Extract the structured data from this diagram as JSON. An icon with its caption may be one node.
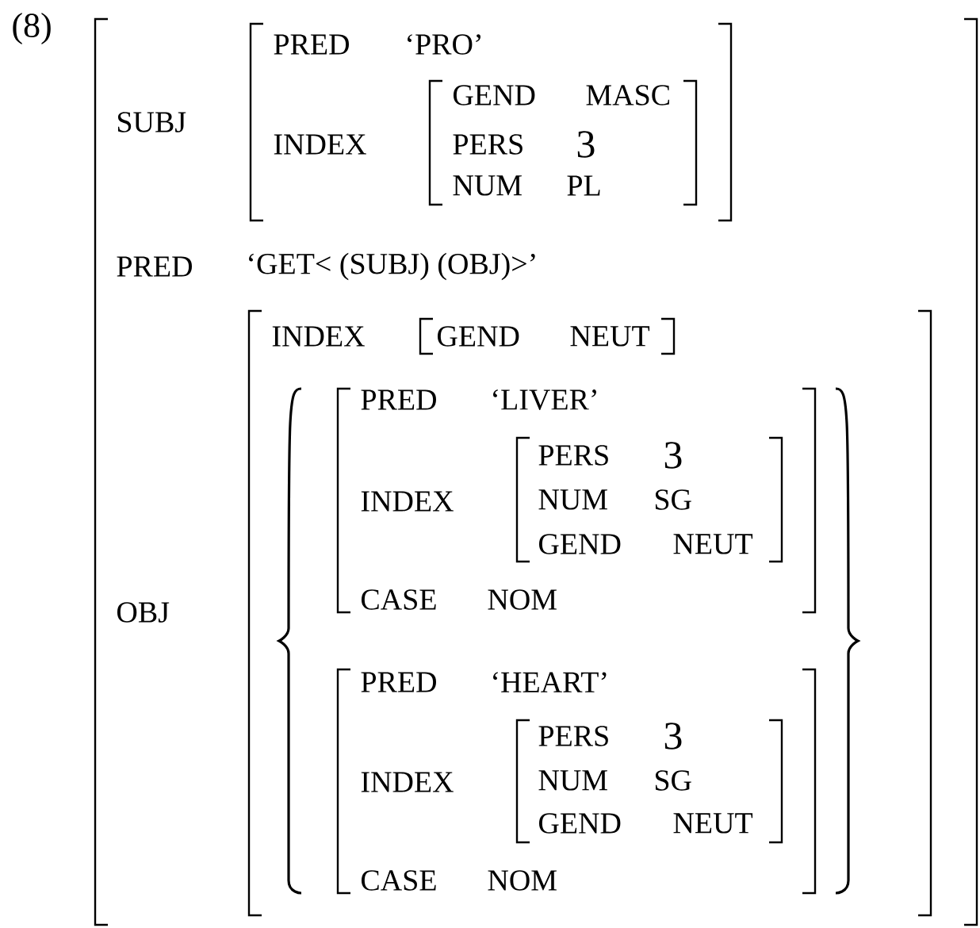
{
  "diagram": {
    "nodes": [
      {
        "text": [
          "SUBJ",
          "PRED",
          "‘GET< (SUBJ) (OBJ)>’",
          "OBJ"
        ]
      },
      {
        "text": [
          "PRED",
          "‘PRO’",
          "INDEX"
        ],
        "in": 0
      },
      {
        "text": [
          "GEND",
          "MASC",
          "PERS",
          "3",
          "NUM",
          "PL"
        ],
        "in": 1
      },
      {
        "text": [
          "INDEX"
        ],
        "in": 0
      },
      {
        "text": [
          "GEND",
          "NEUT"
        ],
        "in": 3
      },
      {
        "text": [
          "PRED",
          "‘LIVER’",
          "INDEX",
          "CASE",
          "NOM"
        ],
        "in": 3
      },
      {
        "text": [
          "PERS",
          "3",
          "NUM",
          "SG",
          "GEND",
          "NEUT"
        ],
        "in": 5
      },
      {
        "text": [
          "PRED",
          "‘HEART’",
          "INDEX",
          "CASE",
          "NOM"
        ],
        "in": 3
      },
      {
        "text": [
          "PERS",
          "3",
          "NUM",
          "SG",
          "GEND",
          "NEUT"
        ],
        "in": 7
      }
    ],
    "labels": [
      "(8)"
    ]
  }
}
